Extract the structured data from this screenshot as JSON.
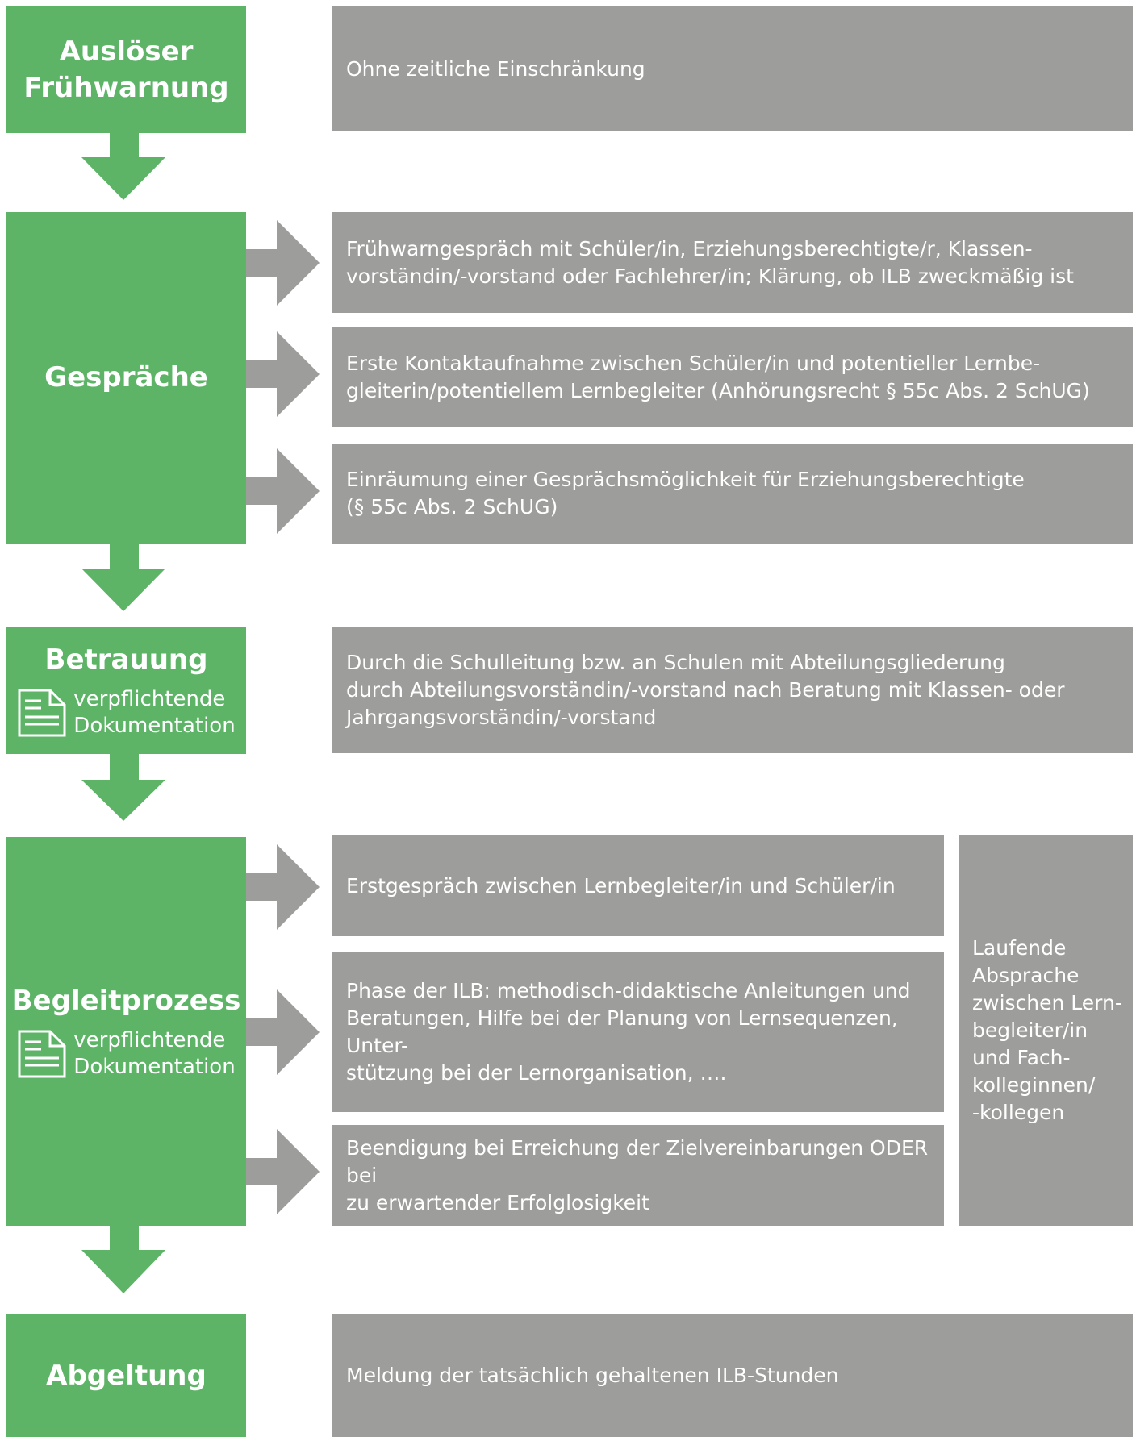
{
  "stages": [
    {
      "id": "ausloeser",
      "title_lines": [
        "Auslöser",
        "Frühwarnung"
      ]
    },
    {
      "id": "gespraeche",
      "title": "Gespräche"
    },
    {
      "id": "betrauung",
      "title": "Betrauung",
      "doc_label_lines": [
        "verpflichtende",
        "Dokumentation"
      ],
      "icon": "document-icon"
    },
    {
      "id": "begleitprozess",
      "title": "Begleitprozess",
      "doc_label_lines": [
        "verpflichtende",
        "Dokumentation"
      ],
      "icon": "document-icon"
    },
    {
      "id": "abgeltung",
      "title": "Abgeltung"
    }
  ],
  "boxes": {
    "ausloeser": [
      "Ohne zeitliche Einschränkung"
    ],
    "gespraeche": [
      [
        "Frühwarngespräch mit Schüler/in, Erziehungsberechtigte/r, Klassen-",
        "vorständin/-vorstand oder Fachlehrer/in; Klärung, ob ILB zweckmäßig ist"
      ],
      [
        "Erste Kontaktaufnahme zwischen Schüler/in und potentieller Lernbe-",
        "gleiterin/potentiellem Lernbegleiter (Anhörungsrecht § 55c Abs. 2  SchUG)"
      ],
      [
        "Einräumung einer Gesprächsmöglichkeit für Erziehungsberechtigte",
        "(§ 55c Abs. 2 SchUG)"
      ]
    ],
    "betrauung": [
      "Durch die Schulleitung bzw. an Schulen mit Abteilungsgliederung",
      "durch Abteilungsvorständin/-vorstand nach Beratung mit Klassen- oder",
      "Jahrgangsvorständin/-vorstand"
    ],
    "begleitprozess": [
      [
        "Erstgespräch zwischen Lernbegleiter/in und Schüler/in"
      ],
      [
        "Phase der ILB: methodisch-didaktische Anleitungen und",
        "Beratungen, Hilfe bei der Planung von Lernsequenzen, Unter-",
        "stützung bei der Lernorganisation, …."
      ],
      [
        "Beendigung bei Erreichung der Zielvereinbarungen ODER bei",
        "zu erwartender Erfolglosigkeit"
      ]
    ],
    "begleitprozess_side": [
      "Laufende",
      "Absprache",
      "zwischen Lern-",
      "begleiter/in",
      "und Fach-",
      "kolleginnen/",
      "-kollegen"
    ],
    "abgeltung": [
      "Meldung der tatsächlich gehaltenen ILB-Stunden"
    ]
  },
  "colors": {
    "green": "#5db467",
    "grey": "#9d9d9b",
    "text": "#ffffff"
  }
}
